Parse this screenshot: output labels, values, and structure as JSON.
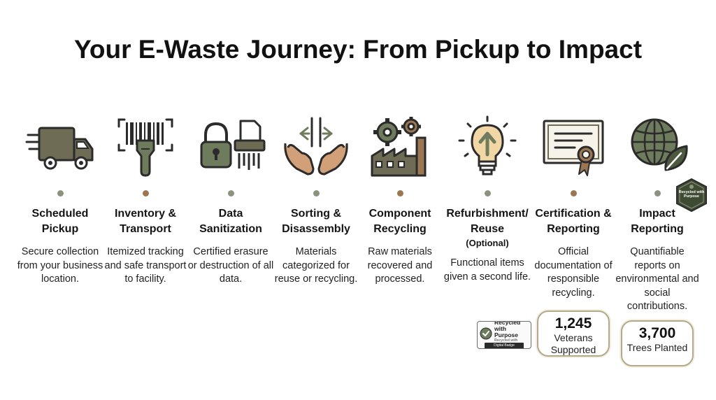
{
  "title": "Your E-Waste Journey: From Pickup to Impact",
  "steps": [
    {
      "label": "Scheduled Pickup",
      "desc": "Secure collection from your business location.",
      "icon": "truck-icon"
    },
    {
      "label": "Inventory & Transport",
      "desc": "Itemized tracking and safe transport to facility.",
      "icon": "barcode-scanner-icon"
    },
    {
      "label": "Data Sanitization",
      "desc": "Certified erasure or destruction of all data.",
      "icon": "lock-shredder-icon"
    },
    {
      "label": "Sorting & Disassembly",
      "desc": "Materials categorized for reuse or recycling.",
      "icon": "hands-sorting-icon"
    },
    {
      "label": "Component Recycling",
      "desc": "Raw materials recovered and processed.",
      "icon": "factory-gears-icon"
    },
    {
      "label": "Refurbishment/ Reuse",
      "sublabel": "(Optional)",
      "desc": "Functional items given a second life.",
      "icon": "lightbulb-icon"
    },
    {
      "label": "Certification & Reporting",
      "desc": "Official documentation of responsible recycling.",
      "icon": "certificate-icon"
    },
    {
      "label": "Impact Reporting",
      "desc": "Quantifiable reports on environmental and social contributions.",
      "icon": "globe-leaf-icon"
    }
  ],
  "stats": [
    {
      "number": "1,245",
      "label": "Veterans Supported"
    },
    {
      "number": "3,700",
      "label": "Trees Planted"
    }
  ],
  "badge": {
    "title": "Recycled with Purpose",
    "subtitle": "Recycled with Purpose",
    "bar": "Digital Badge"
  },
  "hex_badge": {
    "text": "Recycled with Purpose"
  },
  "colors": {
    "olive": "#6e7b5c",
    "brown": "#9a7752",
    "dark": "#2b2b2b",
    "border": "#b2a98b"
  }
}
